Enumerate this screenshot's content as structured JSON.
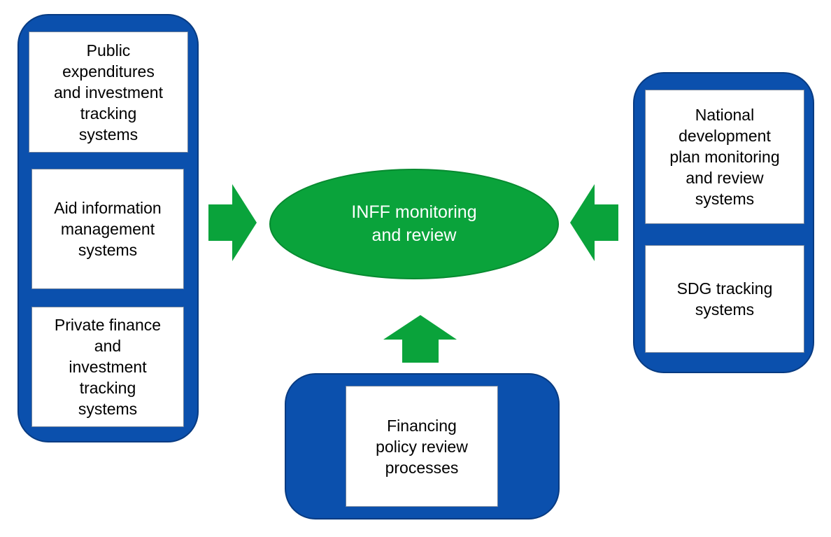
{
  "colors": {
    "panel": "#0b50ad",
    "arrow": "#0aa33b",
    "ellipse": "#0aa33b",
    "box_fill": "#ffffff"
  },
  "center": {
    "label": "INFF monitoring\nand review"
  },
  "left_panel": {
    "items": [
      {
        "label": "Public\nexpenditures\nand investment\ntracking\nsystems"
      },
      {
        "label": "Aid information\nmanagement\nsystems"
      },
      {
        "label": "Private finance\nand\ninvestment\ntracking\nsystems"
      }
    ]
  },
  "right_panel": {
    "items": [
      {
        "label": "National\ndevelopment\nplan monitoring\nand review\nsystems"
      },
      {
        "label": "SDG tracking\nsystems"
      }
    ]
  },
  "bottom_panel": {
    "items": [
      {
        "label": "Financing\npolicy review\nprocesses"
      }
    ]
  },
  "arrows": [
    {
      "from": "left_panel",
      "to": "center",
      "icon": "arrow-right-icon"
    },
    {
      "from": "right_panel",
      "to": "center",
      "icon": "arrow-left-icon"
    },
    {
      "from": "bottom_panel",
      "to": "center",
      "icon": "arrow-up-icon"
    }
  ]
}
